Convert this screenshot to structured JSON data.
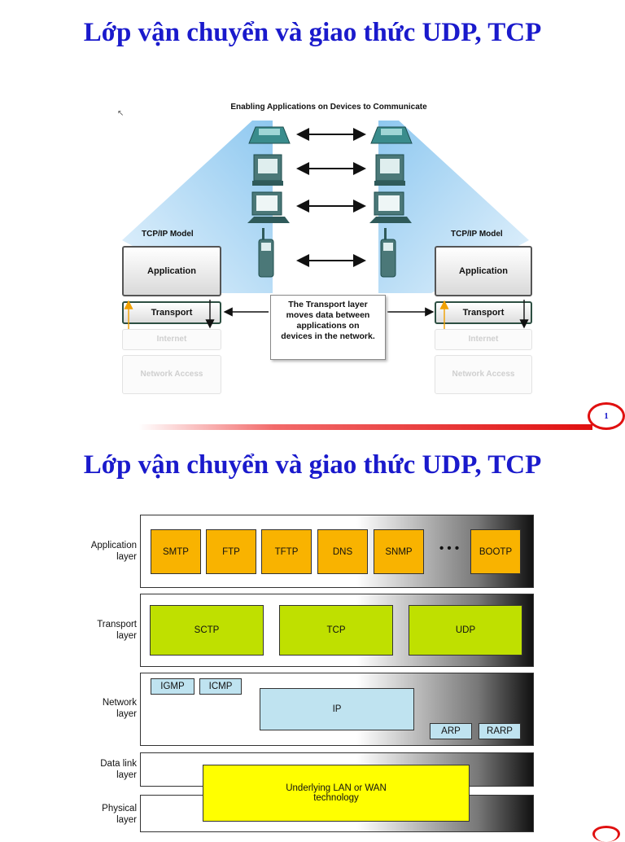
{
  "slide1": {
    "title": "Lớp vận chuyển và giao thức UDP, TCP",
    "diagram_title": "Enabling Applications on Devices to Communicate",
    "left_stack": {
      "model_label": "TCP/IP Model",
      "layers": [
        "Application",
        "Transport",
        "Internet",
        "Network Access"
      ]
    },
    "right_stack": {
      "model_label": "TCP/IP Model",
      "layers": [
        "Application",
        "Transport",
        "Internet",
        "Network Access"
      ]
    },
    "callout": {
      "line1": "The Transport layer",
      "line2": "moves data between",
      "line3": "applications on",
      "line4": "devices in the network."
    },
    "devices": [
      "ip-phone-icon",
      "fax-icon",
      "computer-icon",
      "mobile-phone-icon"
    ],
    "page_number": "1",
    "accent_color": "#e01010",
    "title_color": "#1a1acc"
  },
  "slide2": {
    "title": "Lớp vận chuyển và giao thức UDP, TCP",
    "rows": [
      {
        "label_line1": "Application",
        "label_line2": "layer"
      },
      {
        "label_line1": "Transport",
        "label_line2": "layer"
      },
      {
        "label_line1": "Network",
        "label_line2": "layer"
      },
      {
        "label_line1": "Data link",
        "label_line2": "layer"
      },
      {
        "label_line1": "Physical",
        "label_line2": "layer"
      }
    ],
    "application_protocols": [
      "SMTP",
      "FTP",
      "TFTP",
      "DNS",
      "SNMP",
      "BOOTP"
    ],
    "ellipsis": "• • •",
    "transport_protocols": [
      "SCTP",
      "TCP",
      "UDP"
    ],
    "network_protocols": {
      "igmp": "IGMP",
      "icmp": "ICMP",
      "ip": "IP",
      "arp": "ARP",
      "rarp": "RARP"
    },
    "underlying": {
      "line1": "Underlying LAN or WAN",
      "line2": "technology"
    }
  }
}
